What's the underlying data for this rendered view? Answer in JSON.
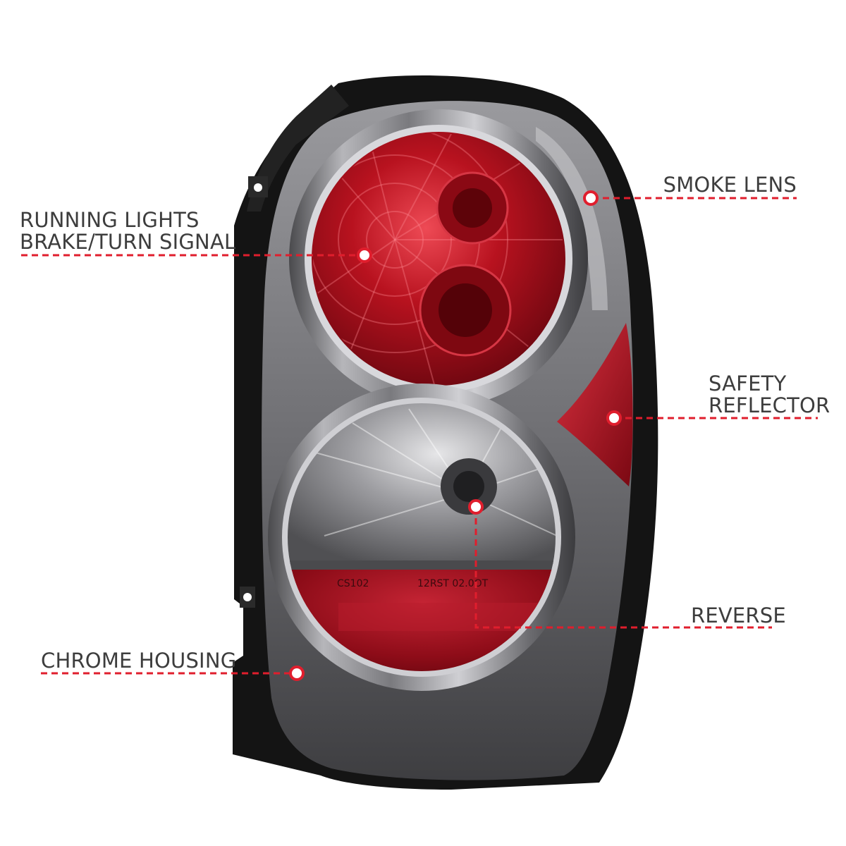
{
  "colors": {
    "accent": "#e01e2d",
    "label_text": "#3d3d3d",
    "housing": "#1a1a1a",
    "lens_red": "#a3101f",
    "smoke_chrome": "#8e8e92"
  },
  "callouts": {
    "running_lights": {
      "line1": "RUNNING LIGHTS",
      "line2": "BRAKE/TURN SIGNAL"
    },
    "smoke_lens": {
      "line1": "SMOKE LENS"
    },
    "safety_reflector": {
      "line1": "SAFETY",
      "line2": "REFLECTOR"
    },
    "reverse": {
      "line1": "REVERSE"
    },
    "chrome_housing": {
      "line1": "CHROME HOUSING"
    }
  },
  "lamp_markings": {
    "code_left": "CS102",
    "code_right": "12RST 02.0OT"
  }
}
